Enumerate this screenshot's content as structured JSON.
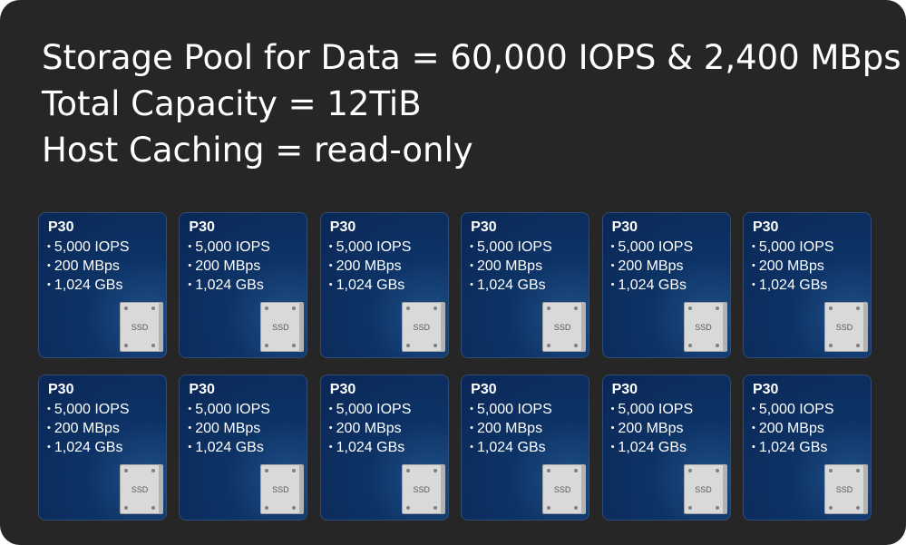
{
  "headline": {
    "line1": "Storage Pool for Data = 60,000 IOPS & 2,400 MBps",
    "line2": "Total Capacity = 12TiB",
    "line3": "Host Caching = read-only"
  },
  "bullet_glyph": "•",
  "ssd_label": "SSD",
  "disks": [
    {
      "title": "P30",
      "specs": [
        "5,000 IOPS",
        "200 MBps",
        "1,024 GBs"
      ]
    },
    {
      "title": "P30",
      "specs": [
        "5,000 IOPS",
        "200 MBps",
        "1,024 GBs"
      ]
    },
    {
      "title": "P30",
      "specs": [
        "5,000 IOPS",
        "200 MBps",
        "1,024 GBs"
      ]
    },
    {
      "title": "P30",
      "specs": [
        "5,000 IOPS",
        "200 MBps",
        "1,024 GBs"
      ]
    },
    {
      "title": "P30",
      "specs": [
        "5,000 IOPS",
        "200 MBps",
        "1,024 GBs"
      ]
    },
    {
      "title": "P30",
      "specs": [
        "5,000 IOPS",
        "200 MBps",
        "1,024 GBs"
      ]
    },
    {
      "title": "P30",
      "specs": [
        "5,000 IOPS",
        "200 MBps",
        "1,024 GBs"
      ]
    },
    {
      "title": "P30",
      "specs": [
        "5,000 IOPS",
        "200 MBps",
        "1,024 GBs"
      ]
    },
    {
      "title": "P30",
      "specs": [
        "5,000 IOPS",
        "200 MBps",
        "1,024 GBs"
      ]
    },
    {
      "title": "P30",
      "specs": [
        "5,000 IOPS",
        "200 MBps",
        "1,024 GBs"
      ]
    },
    {
      "title": "P30",
      "specs": [
        "5,000 IOPS",
        "200 MBps",
        "1,024 GBs"
      ]
    },
    {
      "title": "P30",
      "specs": [
        "5,000 IOPS",
        "200 MBps",
        "1,024 GBs"
      ]
    }
  ],
  "colors": {
    "background": "#262626",
    "card": "#0d3366",
    "text": "#ffffff",
    "ssd_body": "#d9d9d9"
  }
}
